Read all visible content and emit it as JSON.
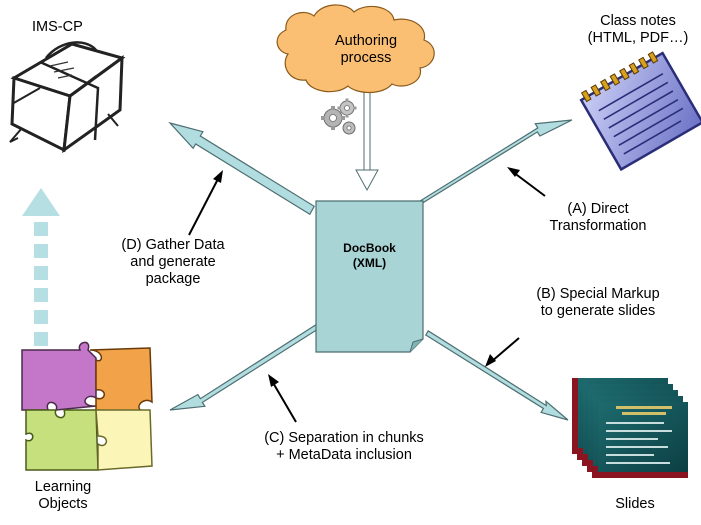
{
  "nodes": {
    "authoring": {
      "lines": [
        "Authoring",
        "process"
      ]
    },
    "docbook": {
      "lines": [
        "DocBook",
        "(XML)"
      ]
    },
    "ims_cp": {
      "label": "IMS-CP"
    },
    "class_notes": {
      "lines": [
        "Class notes",
        "(HTML, PDF…)"
      ]
    },
    "learning_objects": {
      "lines": [
        "Learning",
        "Objects"
      ]
    },
    "slides": {
      "label": "Slides"
    }
  },
  "edges": {
    "a": {
      "lines": [
        "(A) Direct",
        "Transformation"
      ]
    },
    "b": {
      "lines": [
        "(B) Special Markup",
        "to generate slides"
      ]
    },
    "c": {
      "lines": [
        "(C) Separation in chunks",
        "+ MetaData inclusion"
      ]
    },
    "d": {
      "lines": [
        "(D) Gather Data",
        "and generate",
        "package"
      ]
    }
  },
  "colors": {
    "cloud_fill": "#fbbf73",
    "doc_fill": "#a8d4d6",
    "arrow_fill": "#b2dde0",
    "arrow_stroke": "#4d6e70",
    "dashed_arrow": "#b5dfe3"
  },
  "icons": [
    "gears-icon",
    "package-icon",
    "notepad-icon",
    "puzzle-icon",
    "slides-icon"
  ]
}
